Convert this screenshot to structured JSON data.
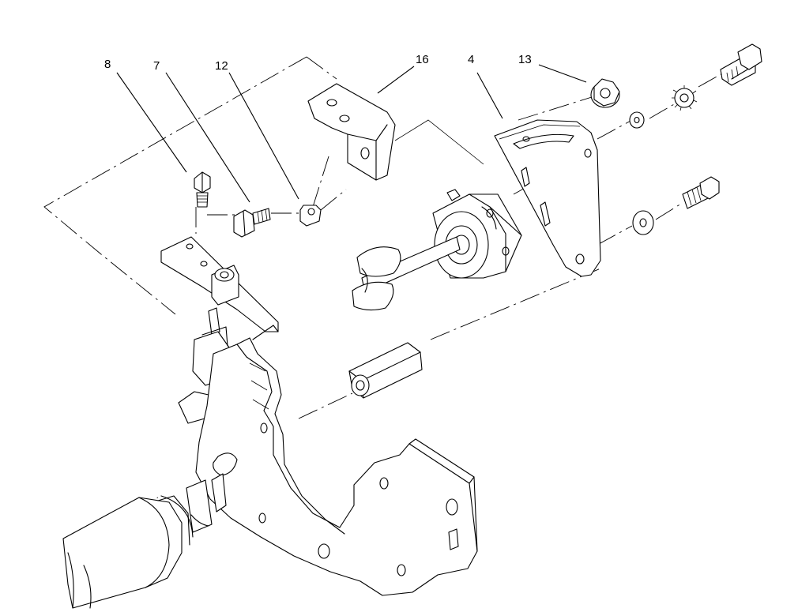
{
  "diagram": {
    "callouts": [
      {
        "id": "8",
        "text": "8"
      },
      {
        "id": "7",
        "text": "7"
      },
      {
        "id": "12",
        "text": "12"
      },
      {
        "id": "16",
        "text": "16"
      },
      {
        "id": "4",
        "text": "4"
      },
      {
        "id": "13",
        "text": "13"
      }
    ],
    "line_color": "#000000",
    "background": "#ffffff"
  }
}
